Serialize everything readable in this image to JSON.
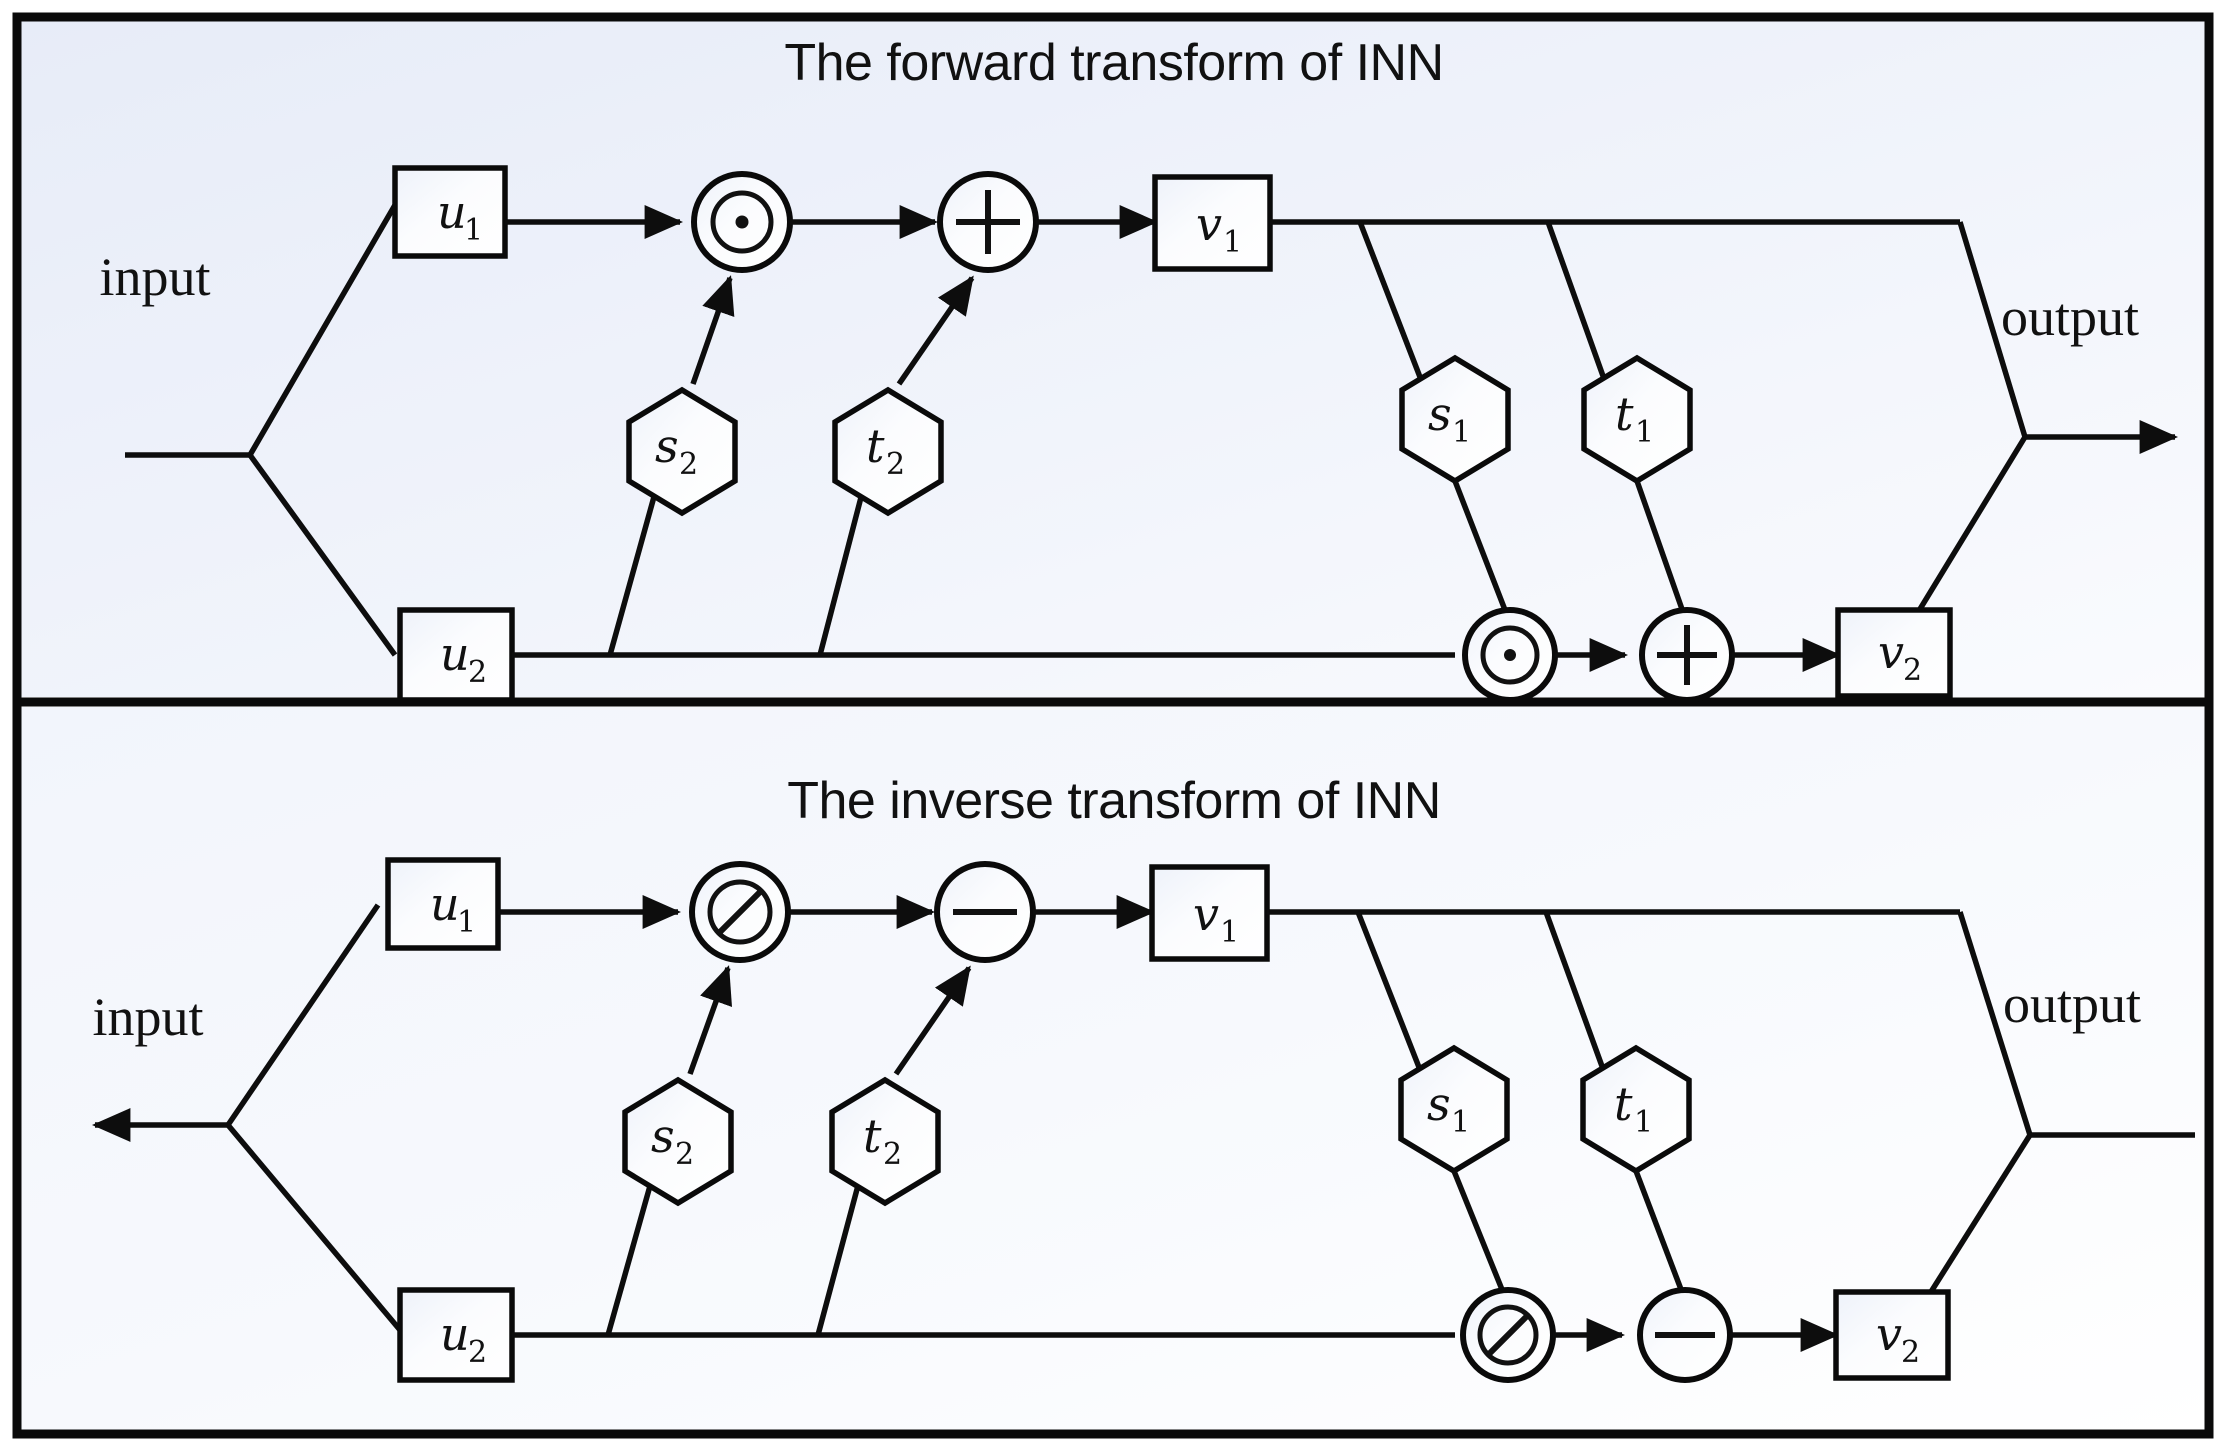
{
  "figure": {
    "background_color": "#f2f5fc",
    "line_color": "#0d0d0d",
    "panel_border_color": "#0a0a0a"
  },
  "panels": [
    {
      "id": "forward",
      "title": "The forward transform of INN",
      "direction": "left-to-right",
      "io": {
        "input_label": "input",
        "output_label": "output"
      },
      "nodes": {
        "u1": "u",
        "u1_sub": "1",
        "u2": "u",
        "u2_sub": "2",
        "v1": "v",
        "v1_sub": "1",
        "v2": "v",
        "v2_sub": "2",
        "s1": "s",
        "s1_sub": "1",
        "s2": "s",
        "s2_sub": "2",
        "t1": "t",
        "t1_sub": "1",
        "t2": "t",
        "t2_sub": "2"
      },
      "operators": [
        {
          "name": "multiply-top",
          "glyph": "circled-dot",
          "row": "top"
        },
        {
          "name": "add-top",
          "glyph": "plus",
          "row": "top"
        },
        {
          "name": "multiply-bottom",
          "glyph": "circled-dot",
          "row": "bottom"
        },
        {
          "name": "add-bottom",
          "glyph": "plus",
          "row": "bottom"
        }
      ]
    },
    {
      "id": "inverse",
      "title": "The inverse transform of INN",
      "direction": "right-to-left",
      "io": {
        "input_label": "input",
        "output_label": "output"
      },
      "nodes": {
        "u1": "u",
        "u1_sub": "1",
        "u2": "u",
        "u2_sub": "2",
        "v1": "v",
        "v1_sub": "1",
        "v2": "v",
        "v2_sub": "2",
        "s1": "s",
        "s1_sub": "1",
        "s2": "s",
        "s2_sub": "2",
        "t1": "t",
        "t1_sub": "1",
        "t2": "t",
        "t2_sub": "2"
      },
      "operators": [
        {
          "name": "divide-top",
          "glyph": "circled-slash",
          "row": "top"
        },
        {
          "name": "subtract-top",
          "glyph": "minus",
          "row": "top"
        },
        {
          "name": "divide-bottom",
          "glyph": "circled-slash",
          "row": "bottom"
        },
        {
          "name": "subtract-bottom",
          "glyph": "minus",
          "row": "bottom"
        }
      ]
    }
  ]
}
